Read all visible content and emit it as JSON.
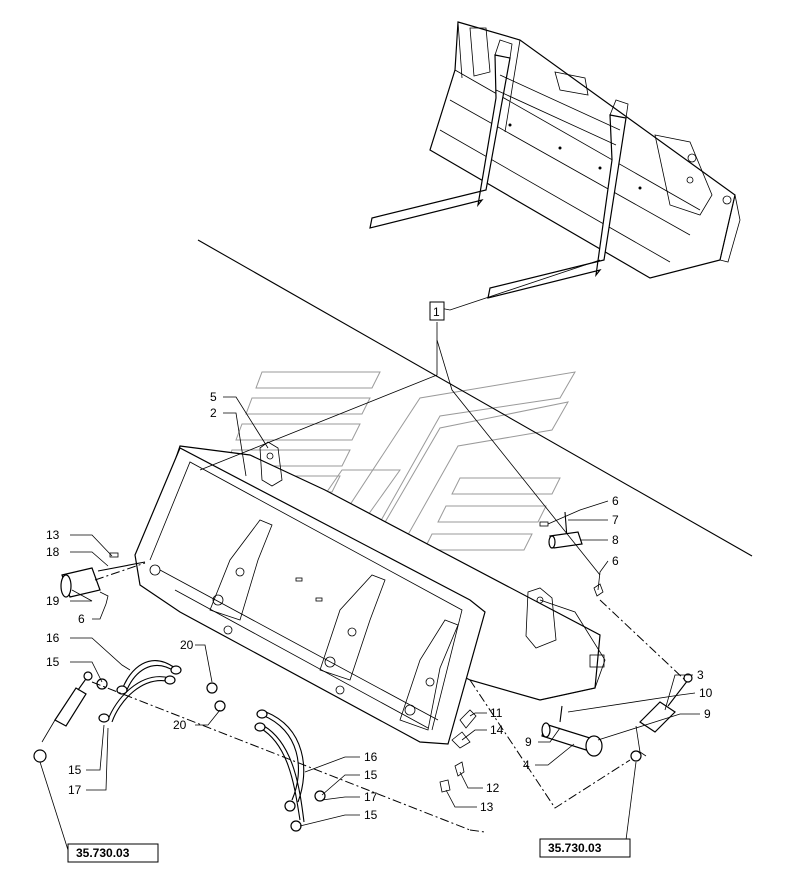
{
  "callouts": {
    "c1": "1",
    "c2": "2",
    "c3": "3",
    "c4": "4",
    "c5": "5",
    "c6a": "6",
    "c6b": "6",
    "c6c": "6",
    "c7": "7",
    "c8": "8",
    "c9a": "9",
    "c9b": "9",
    "c10": "10",
    "c11": "11",
    "c12": "12",
    "c13a": "13",
    "c13b": "13",
    "c14": "14",
    "c15a": "15",
    "c15b": "15",
    "c15c": "15",
    "c15d": "15",
    "c16a": "16",
    "c16b": "16",
    "c17a": "17",
    "c17b": "17",
    "c18": "18",
    "c19": "19",
    "c20a": "20",
    "c20b": "20"
  },
  "references": {
    "left": "35.730.03",
    "right": "35.730.03"
  }
}
